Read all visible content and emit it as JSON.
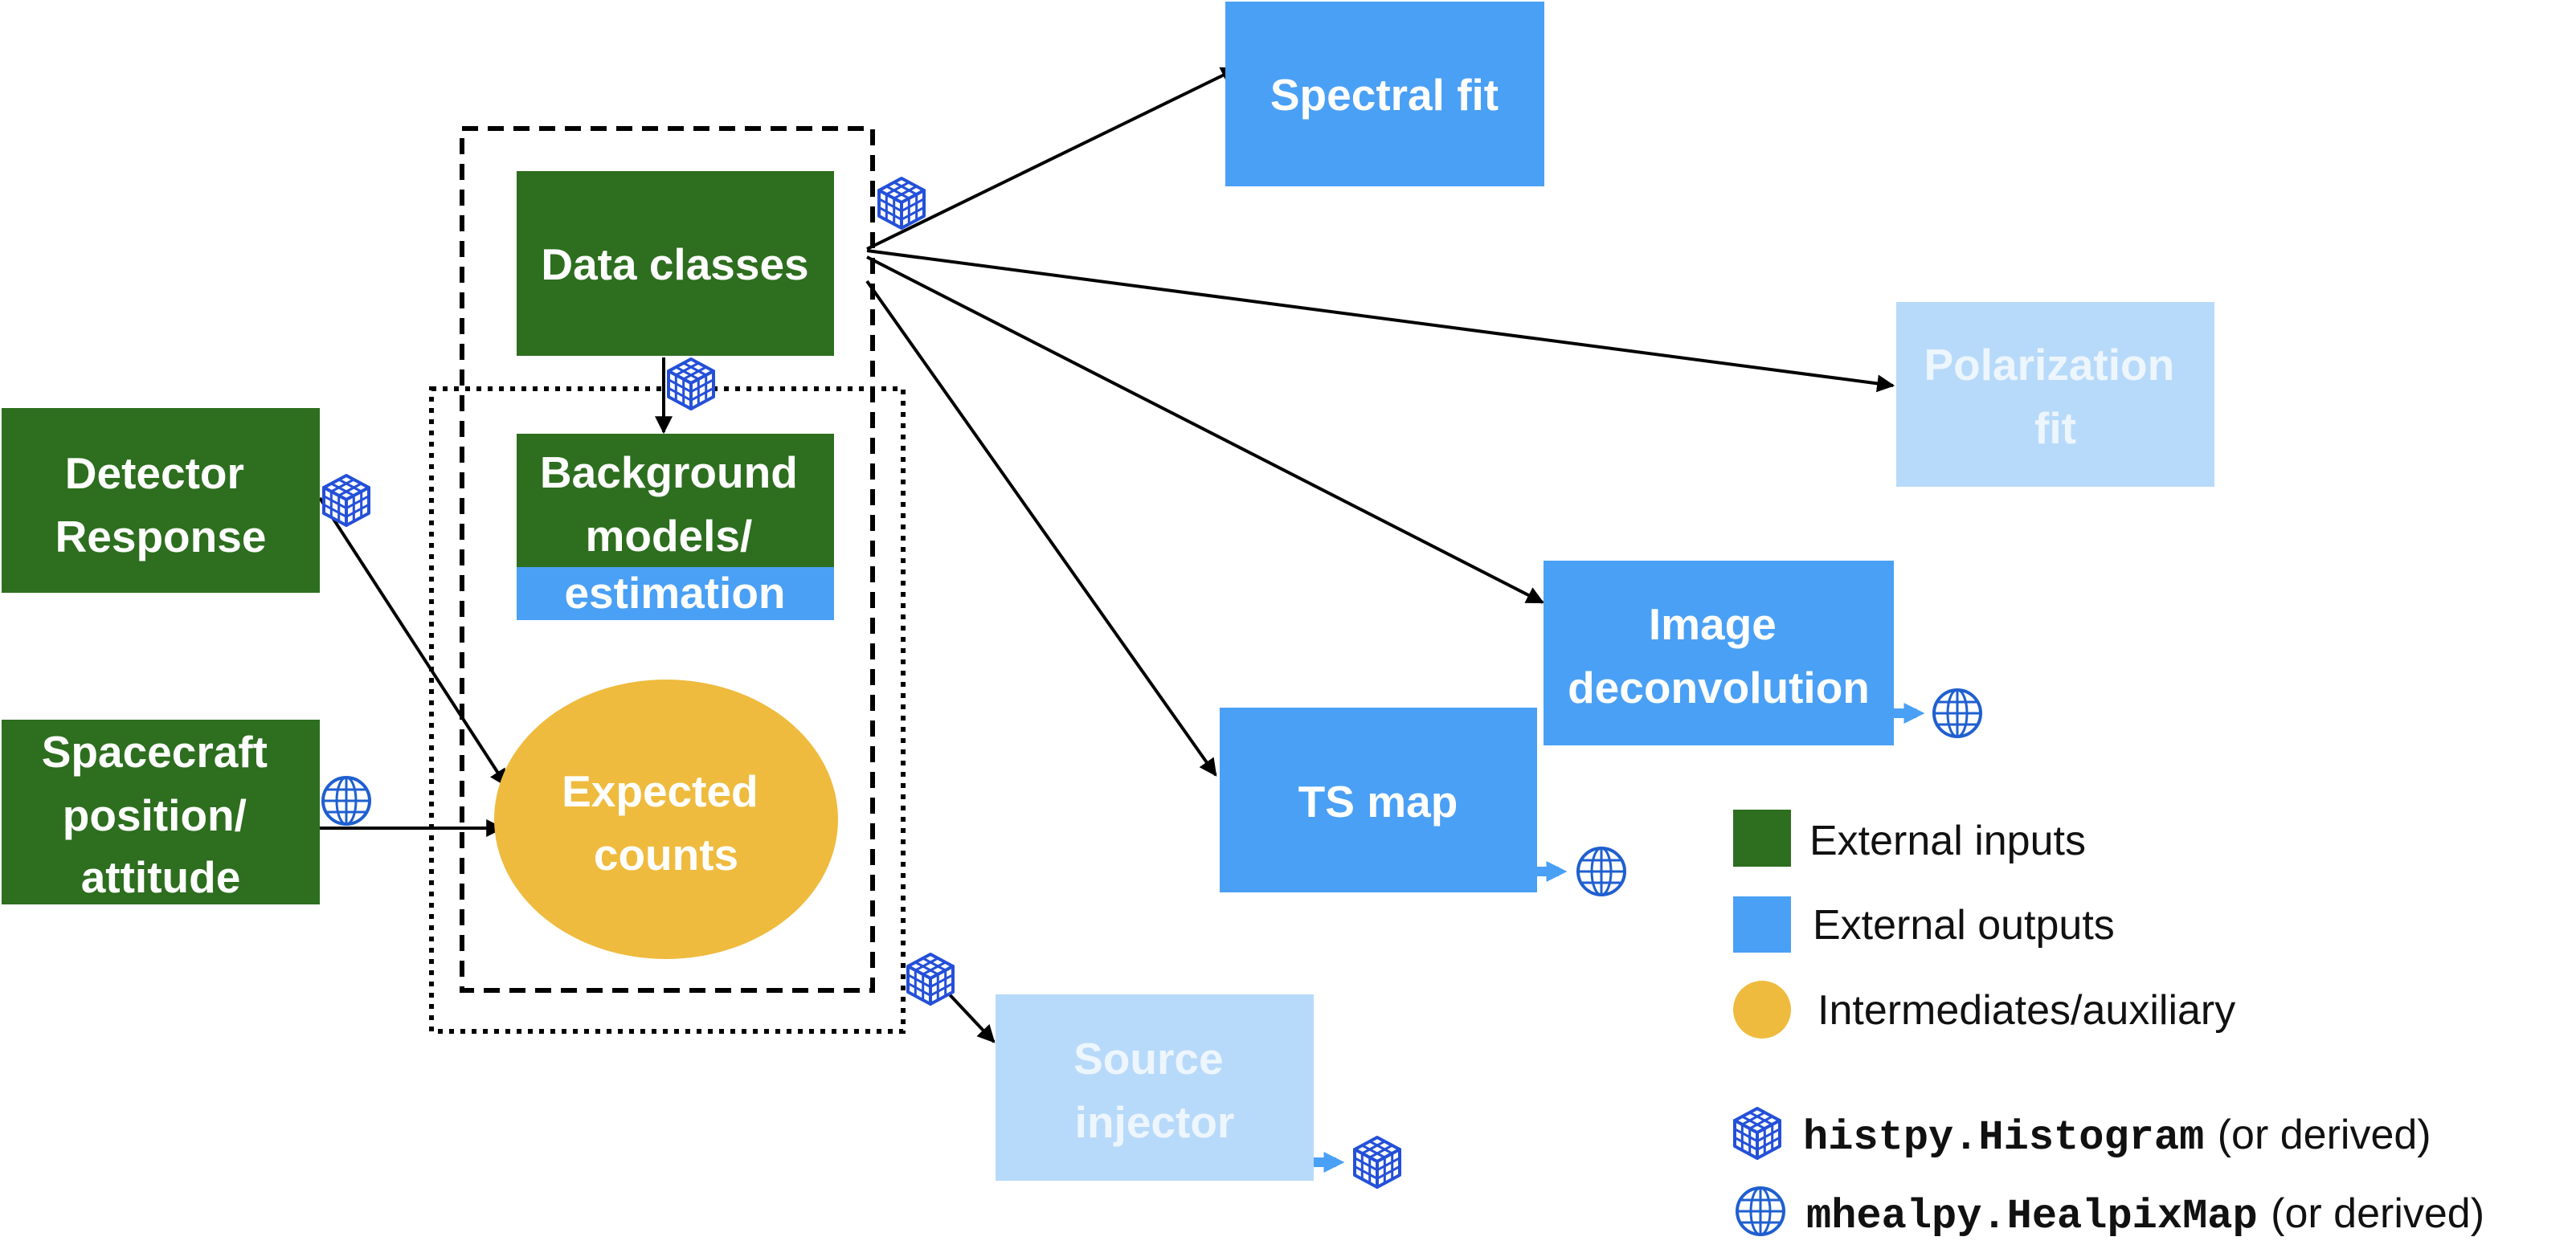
{
  "nodes": {
    "detector_response": [
      "Detector",
      "Response"
    ],
    "spacecraft": [
      "Spacecraft",
      "position/",
      "attitude"
    ],
    "data_classes": [
      "Data classes"
    ],
    "background": [
      "Background",
      "models/",
      "estimation"
    ],
    "expected_counts": [
      "Expected",
      "counts"
    ],
    "spectral_fit": [
      "Spectral fit"
    ],
    "polarization_fit": [
      "Polarization",
      "fit"
    ],
    "image_deconvolution": [
      "Image",
      "deconvolution"
    ],
    "ts_map": [
      "TS map"
    ],
    "source_injector": [
      "Source",
      "injector"
    ]
  },
  "legend": {
    "external_inputs": "External inputs",
    "external_outputs": "External outputs",
    "intermediates": "Intermediates/auxiliary",
    "histogram_code": "histpy.Histogram",
    "histogram_suffix": "(or derived)",
    "healpix_code": "mhealpy.HealpixMap",
    "healpix_suffix": "(or derived)"
  },
  "colors": {
    "external_input": "#2d6e1f",
    "external_output": "#4aa0f5",
    "external_output_faded": "#b8dafa",
    "intermediate": "#efbb3e",
    "icon_blue": "#2450d8"
  },
  "icons": {
    "histogram": "cube-grid-icon",
    "healpix": "globe-grid-icon"
  }
}
